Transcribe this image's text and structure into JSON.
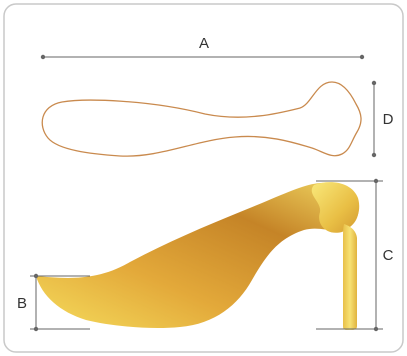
{
  "diagram": {
    "labels": {
      "a": "A",
      "b": "B",
      "c": "C",
      "d": "D"
    },
    "colors": {
      "frame": "#c9c9c9",
      "dimension_line": "#666666",
      "outline": "#c98a4e",
      "body_light": "#f4dd64",
      "body_dark": "#bf7f22"
    }
  }
}
